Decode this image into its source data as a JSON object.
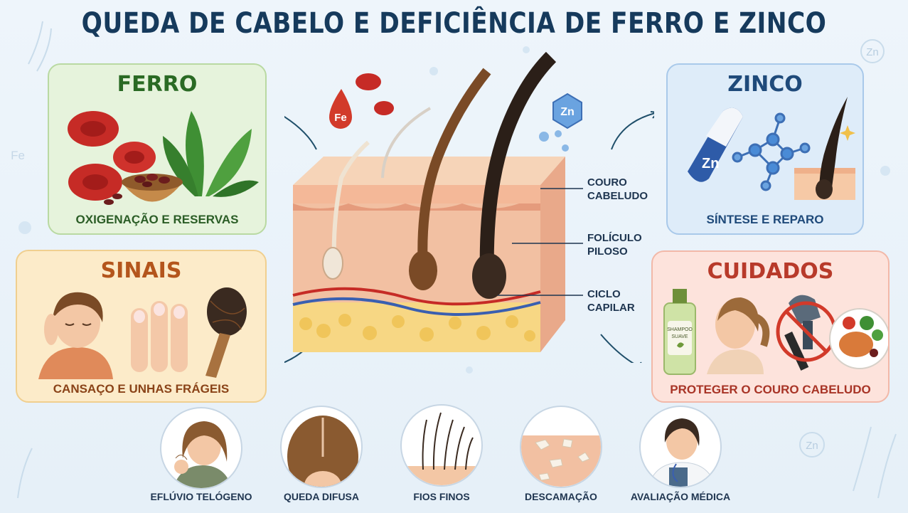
{
  "title": "QUEDA DE CABELO E DEFICIÊNCIA DE FERRO E ZINCO",
  "panels": {
    "ferro": {
      "title": "FERRO",
      "caption": "OXIGENAÇÃO E RESERVAS"
    },
    "sinais": {
      "title": "SINAIS",
      "caption": "CANSAÇO E UNHAS FRÁGEIS"
    },
    "zinco": {
      "title": "ZINCO",
      "caption": "SÍNTESE E REPARO"
    },
    "cuidados": {
      "title": "CUIDADOS",
      "caption": "PROTEGER O COURO CABELUDO",
      "shampoo_label_1": "SHAMPOO",
      "shampoo_label_2": "SUAVE"
    }
  },
  "center": {
    "fe_symbol": "Fe",
    "zn_symbol": "Zn",
    "labels": {
      "couro_1": "COURO",
      "couro_2": "CABELUDO",
      "foliculo_1": "FOLÍCULO",
      "foliculo_2": "PILOSO",
      "ciclo_1": "CICLO",
      "ciclo_2": "CAPILAR"
    }
  },
  "bottom": [
    {
      "label": "EFLÚVIO TELÓGENO"
    },
    {
      "label": "QUEDA DIFUSA"
    },
    {
      "label": "FIOS FINOS"
    },
    {
      "label": "DESCAMAÇÃO"
    },
    {
      "label": "AVALIAÇÃO MÉDICA"
    }
  ],
  "decor": {
    "fe": "Fe",
    "zn": "Zn"
  },
  "colors": {
    "title": "#163a5c",
    "ferro": "#2a6a24",
    "sinais": "#b4551c",
    "zinco": "#1f4a7a",
    "cuidados": "#b83a2a",
    "arrow": "#1f4f6a"
  }
}
